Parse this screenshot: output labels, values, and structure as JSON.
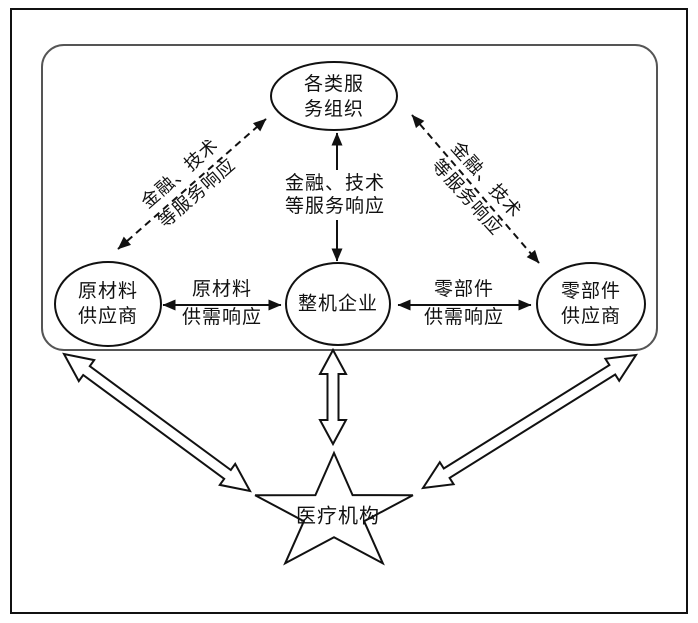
{
  "colors": {
    "background": "#ffffff",
    "line": "#111111",
    "outer_frame": "#111111",
    "rounded_frame": "#555555"
  },
  "nodes": {
    "service_org": {
      "line1": "各类服",
      "line2": "务组织"
    },
    "raw_material_supplier": {
      "line1": "原材料",
      "line2": "供应商"
    },
    "machine_enterprise": {
      "line1": "整机企业"
    },
    "parts_supplier": {
      "line1": "零部件",
      "line2": "供应商"
    },
    "medical_institution": {
      "label": "医疗机构"
    }
  },
  "edges": {
    "service_left": {
      "line1": "金融、技术",
      "line2": "等服务响应"
    },
    "service_center": {
      "line1": "金融、技术",
      "line2": "等服务响应"
    },
    "service_right": {
      "line1": "金融、技术",
      "line2": "等服务响应"
    },
    "raw_material": {
      "line1": "原材料",
      "line2": "供需响应"
    },
    "parts": {
      "line1": "零部件",
      "line2": "供需响应"
    }
  }
}
